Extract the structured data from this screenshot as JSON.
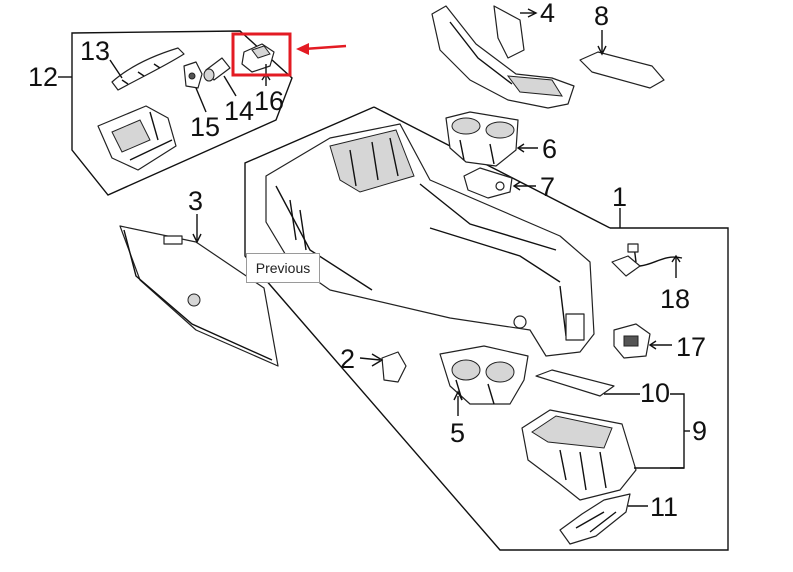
{
  "callouts": {
    "c1": "1",
    "c2": "2",
    "c3": "3",
    "c4": "4",
    "c5": "5",
    "c6": "6",
    "c7": "7",
    "c8": "8",
    "c9": "9",
    "c10": "10",
    "c11": "11",
    "c12": "12",
    "c13": "13",
    "c14": "14",
    "c15": "15",
    "c16": "16",
    "c17": "17",
    "c18": "18"
  },
  "tooltip": {
    "label": "Previous"
  },
  "colors": {
    "highlight": "#e31b23",
    "ink": "#111111"
  }
}
